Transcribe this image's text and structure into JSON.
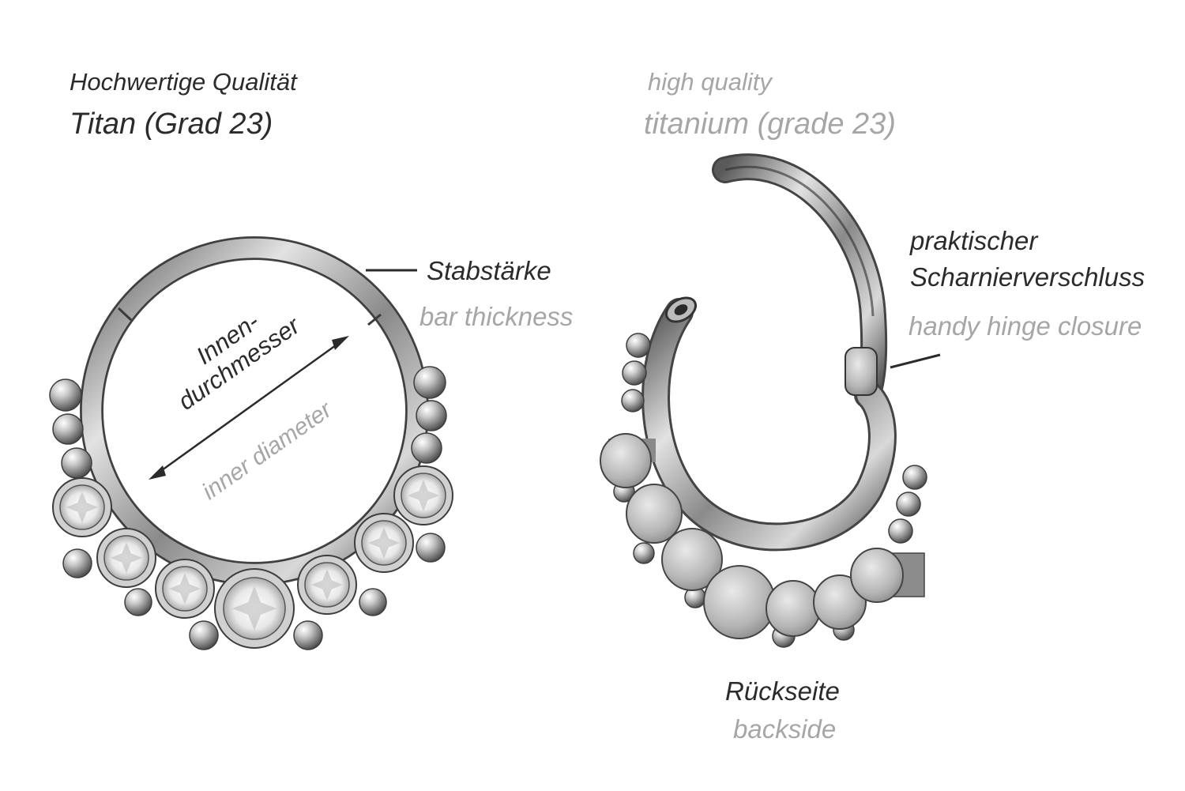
{
  "header_de": {
    "line1": "Hochwertige Qualität",
    "line2": "Titan (Grad 23)"
  },
  "header_en": {
    "line1": "high quality",
    "line2": "titanium (grade 23)"
  },
  "bar_thickness": {
    "de": "Stabstärke",
    "en": "bar thickness"
  },
  "inner_diameter": {
    "de_line1": "Innen-",
    "de_line2": "durchmesser",
    "en": "inner diameter"
  },
  "hinge": {
    "de_line1": "praktischer",
    "de_line2": "Scharnierverschluss",
    "en": "handy hinge closure"
  },
  "backside": {
    "de": "Rückseite",
    "en": "backside"
  },
  "colors": {
    "text_dark": "#2b2b2b",
    "text_grey": "#a6a6a6",
    "metal": "#9a9a9a",
    "background": "#ffffff"
  }
}
